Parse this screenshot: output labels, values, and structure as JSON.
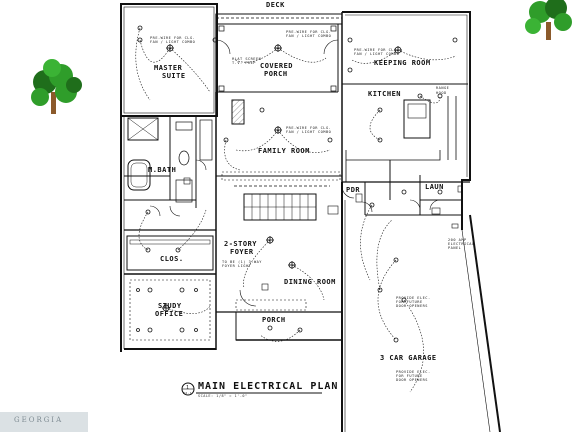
{
  "plan": {
    "title": "MAIN ELECTRICAL PLAN",
    "title_number": "1",
    "title_sheet": "E2.1",
    "scale_note": "SCALE: 1/8\" = 1'-0\""
  },
  "rooms": {
    "deck": "DECK",
    "master_suite_1": "MASTER",
    "master_suite_2": "SUITE",
    "covered_porch_1": "COVERED",
    "covered_porch_2": "PORCH",
    "keeping_room": "KEEPING ROOM",
    "kitchen": "KITCHEN",
    "family_room": "FAMILY ROOM",
    "m_bath": "M.BATH",
    "pdr": "PDR",
    "laun": "LAUN",
    "two_story_foyer_1": "2-STORY",
    "two_story_foyer_2": "FOYER",
    "clos": "CLOS.",
    "dining_room": "DINING ROOM",
    "study_office_1": "STUDY",
    "study_office_2": "OFFICE",
    "porch": "PORCH",
    "garage": "3 CAR GARAGE"
  },
  "notes": {
    "master_fan": "PRE-WIRE FOR CLG.\nFAN / LIGHT COMBO",
    "porch_fan": "PRE-WIRE FOR CLG.\nFAN / LIGHT COMBO",
    "keeping_fan": "PRE-WIRE FOR CLG.\nFAN / LIGHT COMBO",
    "family_fan": "PRE-WIRE FOR CLG.\nFAN / LIGHT COMBO",
    "flat_screen": "FLAT SCREEN\nT.V. PREP",
    "foyer_light": "TO BE (1) 3-WAY\nFOYER LIGHT",
    "door_opener_1": "PROVIDE ELEC.\nFOR FUTURE\nDOOR OPENERS",
    "door_opener_2": "PROVIDE ELEC.\nFOR FUTURE\nDOOR OPENERS",
    "panel": "200 AMP\nELECTRICAL\nPANEL",
    "range": "RANGE",
    "hood": "HOOD"
  },
  "watermark": {
    "text": "GEORGIA"
  },
  "colors": {
    "line": "#111111",
    "tree_leaf": "#2f9d2a",
    "tree_leaf_dark": "#1f6e1b",
    "trunk": "#8b5a2b",
    "watermark": "#7f8c93"
  }
}
